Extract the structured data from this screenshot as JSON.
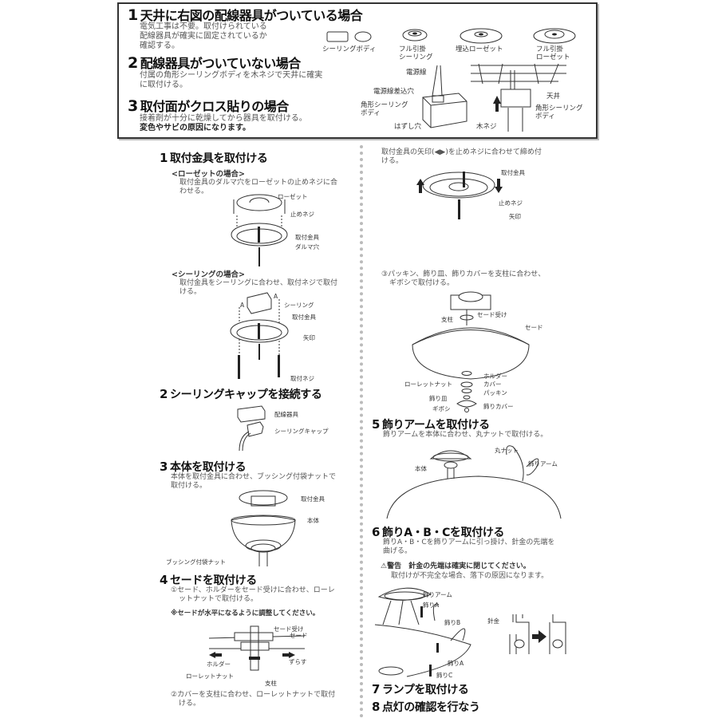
{
  "top_box": {
    "case1": {
      "num": "1",
      "title": "天井に右図の配線器具がついている場合",
      "body": [
        "電気工事は不要。取付けられている",
        "配線器具が確実に固定されているか",
        "確認する。"
      ]
    },
    "case2": {
      "num": "2",
      "title": "配線器具がついていない場合",
      "body": [
        "付属の角形シーリングボディを木ネジで天井に確実",
        "に取付ける。"
      ]
    },
    "case3": {
      "num": "3",
      "title": "取付面がクロス貼りの場合",
      "body": [
        "接着剤が十分に乾燥してから器具を取付ける。"
      ],
      "note": "変色やサビの原因になります。"
    },
    "fixtures": [
      {
        "label": "シーリングボディ"
      },
      {
        "label": "フル引掛\nシーリング"
      },
      {
        "label": "埋込ローゼット"
      },
      {
        "label": "フル引掛\nローゼット"
      }
    ],
    "box_diagram_labels": {
      "power_line": "電源線",
      "power_hole": "電源線差込穴",
      "square_body": "角形シーリング\nボディ",
      "release_hole": "はずし穴"
    },
    "ceiling_diagram_labels": {
      "ceiling": "天井",
      "square_body": "角形シーリング\nボディ",
      "wood_screw": "木ネジ"
    }
  },
  "steps": [
    {
      "num": "1",
      "title": "取付金具を取付ける",
      "rosette": {
        "heading": "<ローゼットの場合>",
        "text": [
          "取付金具のダルマ穴をローゼットの止めネジに合",
          "わせる。"
        ],
        "labels": {
          "rosette": "ローゼット",
          "stop_screw": "止めネジ",
          "bracket": "取付金具",
          "daruma_hole": "ダルマ穴"
        }
      },
      "ceiling": {
        "heading": "<シーリングの場合>",
        "text": [
          "取付金具をシーリングに合わせ、取付ネジで取付",
          "ける。"
        ],
        "labels": {
          "ceiling": "シーリング",
          "bracket": "取付金具",
          "arrow_mark": "矢印",
          "mount_screw": "取付ネジ",
          "a_mark": "A"
        }
      },
      "continued": {
        "text": [
          "取付金具の矢印(◀▶)を止めネジに合わせて締め付",
          "ける。"
        ],
        "labels": {
          "bracket": "取付金具",
          "stop_screw": "止めネジ",
          "arrow_mark": "矢印"
        }
      }
    },
    {
      "num": "2",
      "title": "シーリングキャップを接続する",
      "labels": {
        "wiring_device": "配線器具",
        "ceiling_cap": "シーリングキャップ"
      }
    },
    {
      "num": "3",
      "title": "本体を取付ける",
      "text": [
        "本体を取付金具に合わせ、ブッシング付袋ナットで",
        "取付ける。"
      ],
      "labels": {
        "bracket": "取付金具",
        "body": "本体",
        "bushing_nut": "ブッシング付袋ナット"
      }
    },
    {
      "num": "4",
      "title": "セードを取付ける",
      "sub1": [
        "①セード、ホルダーをセード受けに合わせ、ローレ",
        "ットナットで取付ける。"
      ],
      "note": "※セードが水平になるように調整してください。",
      "labels": {
        "shade_holder": "セード受け",
        "shade": "セード",
        "holder": "ホルダー",
        "slide": "ずらす",
        "knurled_nut": "ローレットナット",
        "post": "支柱"
      },
      "sub2": [
        "②カバーを支柱に合わせ、ローレットナットで取付",
        "ける。"
      ],
      "sub3": [
        "③パッキン、飾り皿、飾りカバーを支柱に合わせ、",
        "ギボシで取付ける。"
      ],
      "exploded_labels": {
        "shade_holder": "セード受け",
        "post": "支柱",
        "shade": "セード",
        "holder": "ホルダー",
        "knurled_nut": "ローレットナット",
        "cover": "カバー",
        "packing": "パッキン",
        "deco_plate": "飾り皿",
        "giboshi": "ギボシ",
        "deco_cover": "飾りカバー"
      }
    },
    {
      "num": "5",
      "title": "飾りアームを取付ける",
      "text": [
        "飾りアームを本体に合わせ、丸ナットで取付ける。"
      ],
      "labels": {
        "round_nut": "丸ナット",
        "body": "本体",
        "deco_arm": "飾りアーム"
      }
    },
    {
      "num": "6",
      "title": "飾りA・B・Cを取付ける",
      "text": [
        "飾りA・B・Cを飾りアームに引っ掛け、針金の先端を",
        "曲げる。"
      ],
      "warning": {
        "icon": "⚠",
        "title": "警告　針金の先端は確実に閉じてください。",
        "text": "取付けが不完全な場合、落下の原因になります。"
      },
      "labels": {
        "deco_arm": "飾りアーム",
        "deco_a": "飾りA",
        "deco_b": "飾りB",
        "deco_a2": "飾りA",
        "deco_c": "飾りC",
        "wire": "針金"
      }
    },
    {
      "num": "7",
      "title": "ランプを取付ける"
    },
    {
      "num": "8",
      "title": "点灯の確認を行なう"
    }
  ]
}
